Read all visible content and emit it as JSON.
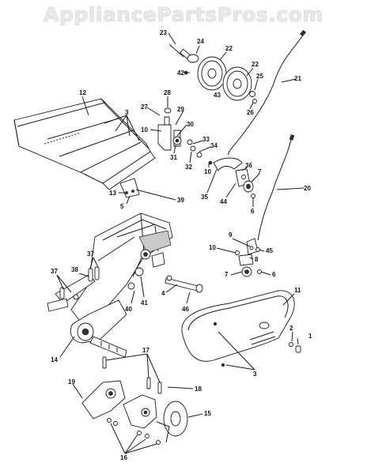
{
  "watermark": "AppliancePartsPros.com",
  "callouts": [
    {
      "text": "23"
    },
    {
      "text": "24"
    },
    {
      "text": "22"
    },
    {
      "text": "22"
    },
    {
      "text": "42"
    },
    {
      "text": "43"
    },
    {
      "text": "25"
    },
    {
      "text": "26"
    },
    {
      "text": "21"
    },
    {
      "text": "12"
    },
    {
      "text": "3"
    },
    {
      "text": "27"
    },
    {
      "text": "28"
    },
    {
      "text": "29"
    },
    {
      "text": "10"
    },
    {
      "text": "30"
    },
    {
      "text": "33"
    },
    {
      "text": "34"
    },
    {
      "text": "31"
    },
    {
      "text": "32"
    },
    {
      "text": "10"
    },
    {
      "text": "36"
    },
    {
      "text": "7"
    },
    {
      "text": "35"
    },
    {
      "text": "44"
    },
    {
      "text": "6"
    },
    {
      "text": "20"
    },
    {
      "text": "13"
    },
    {
      "text": "5"
    },
    {
      "text": "39"
    },
    {
      "text": "37"
    },
    {
      "text": "38"
    },
    {
      "text": "37"
    },
    {
      "text": "9"
    },
    {
      "text": "10"
    },
    {
      "text": "45"
    },
    {
      "text": "8"
    },
    {
      "text": "7"
    },
    {
      "text": "6"
    },
    {
      "text": "4"
    },
    {
      "text": "40"
    },
    {
      "text": "41"
    },
    {
      "text": "46"
    },
    {
      "text": "11"
    },
    {
      "text": "2"
    },
    {
      "text": "1"
    },
    {
      "text": "14"
    },
    {
      "text": "3"
    },
    {
      "text": "17"
    },
    {
      "text": "18"
    },
    {
      "text": "19"
    },
    {
      "text": "15"
    },
    {
      "text": "16"
    }
  ]
}
